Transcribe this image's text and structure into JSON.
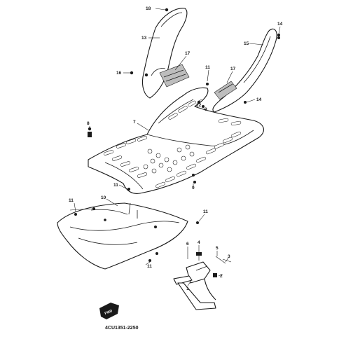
{
  "diagram": {
    "code": "4CU1351-2250",
    "fwd_label": "FWD",
    "callouts": [
      {
        "id": "c18a",
        "text": "18"
      },
      {
        "id": "c13",
        "text": "13"
      },
      {
        "id": "c17a",
        "text": "17"
      },
      {
        "id": "c16",
        "text": "16"
      },
      {
        "id": "c14a",
        "text": "14"
      },
      {
        "id": "c15",
        "text": "15"
      },
      {
        "id": "c11a",
        "text": "11"
      },
      {
        "id": "c17b",
        "text": "17"
      },
      {
        "id": "c12",
        "text": "12"
      },
      {
        "id": "c9a",
        "text": "9"
      },
      {
        "id": "c14b",
        "text": "14"
      },
      {
        "id": "c7",
        "text": "7"
      },
      {
        "id": "c8",
        "text": "8"
      },
      {
        "id": "c11b",
        "text": "11"
      },
      {
        "id": "c9b",
        "text": "9"
      },
      {
        "id": "c10",
        "text": "10"
      },
      {
        "id": "c11c",
        "text": "11"
      },
      {
        "id": "c11d",
        "text": "11"
      },
      {
        "id": "c11e",
        "text": "11"
      },
      {
        "id": "c6",
        "text": "6"
      },
      {
        "id": "c4",
        "text": "4"
      },
      {
        "id": "c5",
        "text": "5"
      },
      {
        "id": "c3",
        "text": "3"
      },
      {
        "id": "c2",
        "text": "2"
      },
      {
        "id": "c1",
        "text": "1"
      }
    ]
  }
}
